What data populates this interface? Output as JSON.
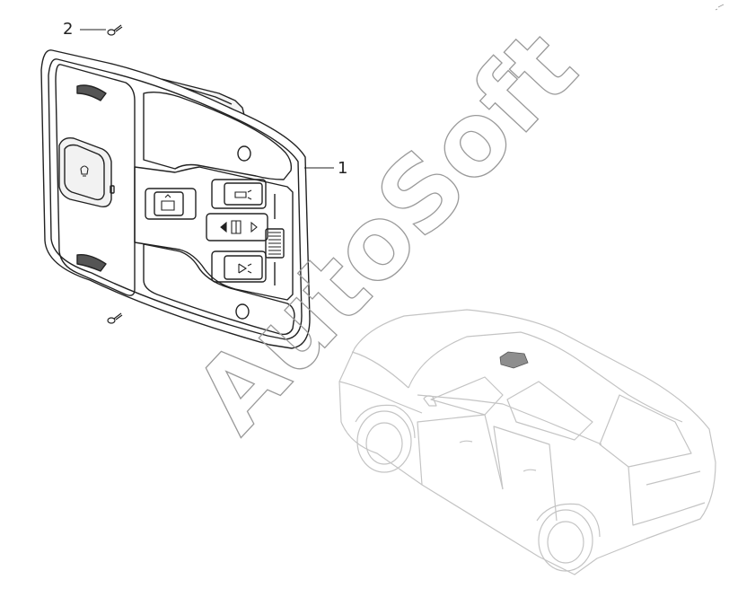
{
  "callouts": {
    "console": "1",
    "screw": "2"
  },
  "watermark": {
    "text": "AutoSoft"
  },
  "icons": {
    "console": "overhead-console",
    "screw": "screw-icon",
    "vehicle": "vehicle-silhouette"
  },
  "colors": {
    "line": "#222222",
    "vehicle": "#c4c4c4",
    "highlight": "#8e8e8e",
    "watermark": "#9a9a9a"
  }
}
